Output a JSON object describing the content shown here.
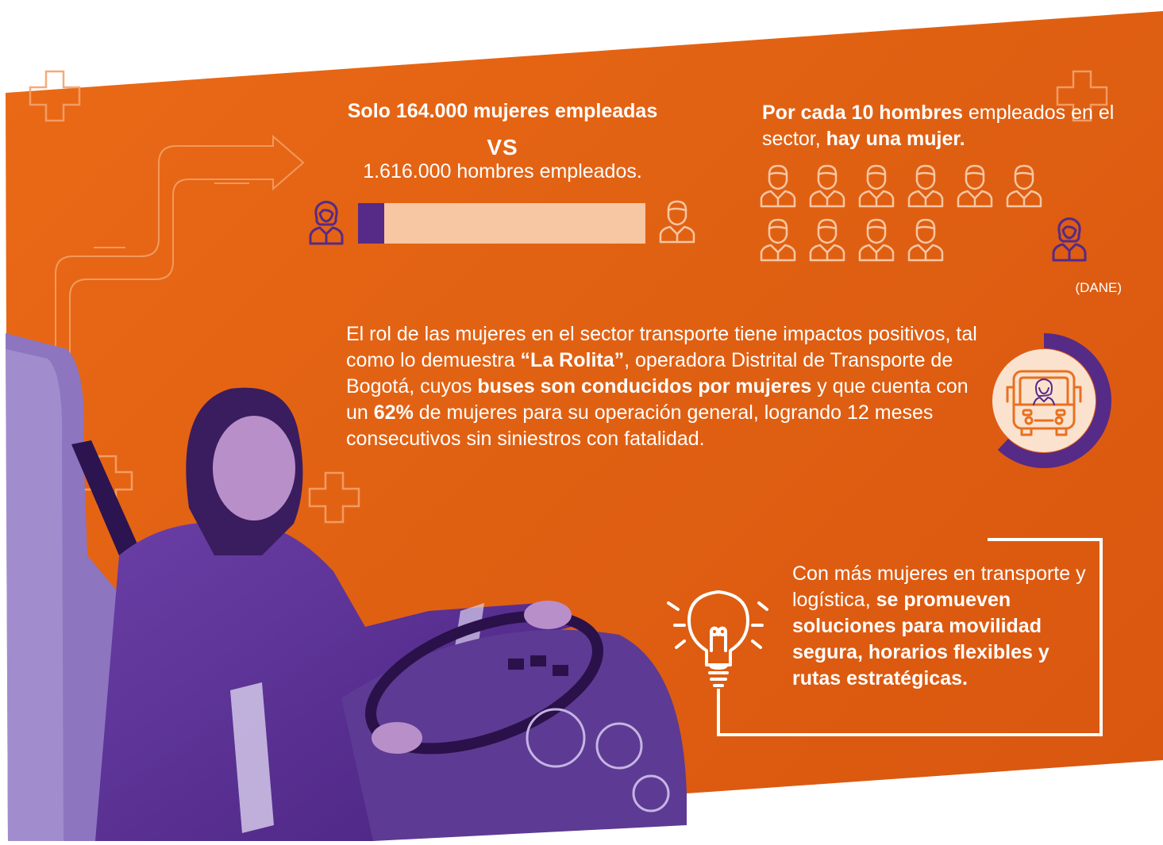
{
  "colors": {
    "orange": "#e2621a",
    "purple": "#562a87",
    "peach": "#f7c6a2",
    "white": "#ffffff"
  },
  "employment": {
    "women_line": "Solo 164.000 mujeres empleadas",
    "vs": "VS",
    "men_line": "1.616.000 hombres empleados.",
    "women_count": 164000,
    "men_count": 1616000,
    "women_share": 0.092,
    "women_icon": "woman-icon",
    "men_icon": "man-icon"
  },
  "ratio": {
    "part1_bold": "Por cada 10 hombres",
    "part2": " empleados en el sector, ",
    "part3_bold": "hay una mujer.",
    "men_icons": 10,
    "women_icons": 1,
    "source": "(DANE)"
  },
  "rolita": {
    "t1": "El rol de las mujeres en el sector transporte tiene impactos positivos, tal como lo demuestra ",
    "b1": "“La Rolita”",
    "t2": ", operadora Distrital de Transporte de Bogotá, cuyos ",
    "b2": "buses son conducidos por mujeres",
    "t3": " y que cuenta con un ",
    "b3": "62%",
    "t4": " de mujeres para su operación general, logrando 12 meses consecutivos sin siniestros con fatalidad.",
    "women_share_pct": 62,
    "icon": "bus-driver-icon"
  },
  "solutions": {
    "t1": "Con más mujeres en transporte y logística, ",
    "b1": "se promueven soluciones para movilidad segura, horarios flexibles y rutas estratégicas.",
    "icon": "lightbulb-icon"
  }
}
